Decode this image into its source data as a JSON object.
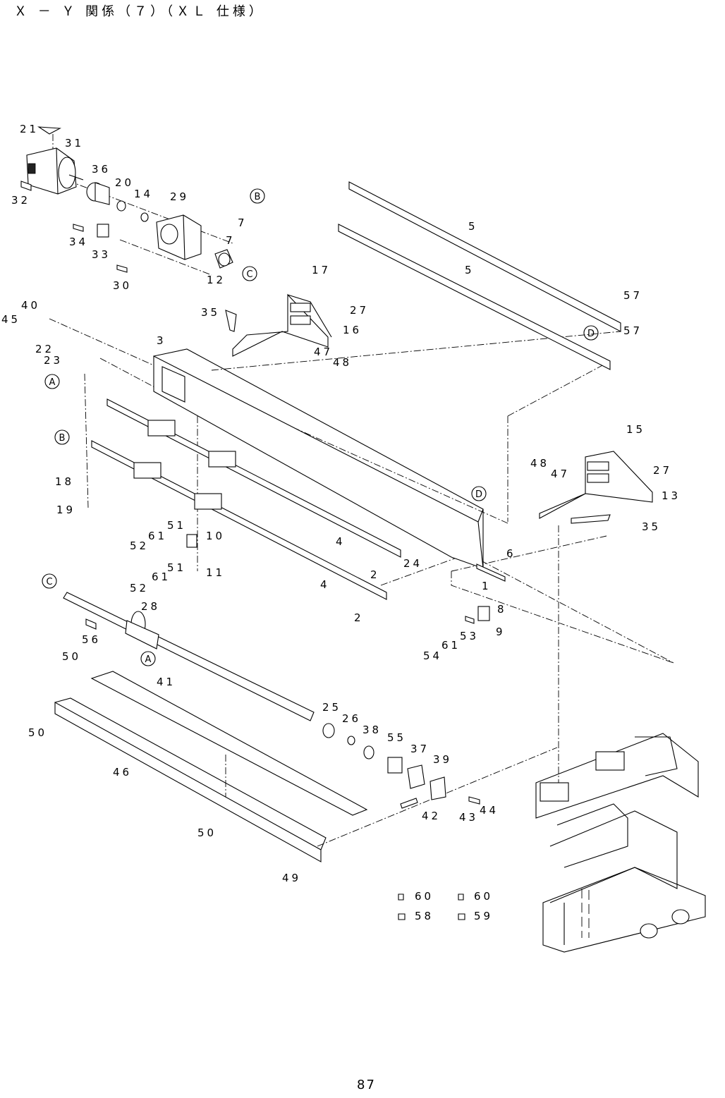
{
  "header": {
    "title": "Ｘ － Ｙ 関係（７）（ＸＬ 仕様）"
  },
  "footer": {
    "page_number": "87"
  },
  "ref_markers": {
    "a": "A",
    "b": "B",
    "c": "C",
    "d": "D"
  },
  "part_labels": {
    "p1": "1",
    "p2a": "2",
    "p2b": "2",
    "p3": "3",
    "p4a": "4",
    "p4b": "4",
    "p5a": "5",
    "p5b": "5",
    "p6": "6",
    "p7a": "7",
    "p7b": "7",
    "p8": "8",
    "p9": "9",
    "p10": "10",
    "p11": "11",
    "p12": "12",
    "p13": "13",
    "p14": "14",
    "p15": "15",
    "p16": "16",
    "p17": "17",
    "p18": "18",
    "p19": "19",
    "p20": "20",
    "p21": "21",
    "p22": "22",
    "p23": "23",
    "p24": "24",
    "p25": "25",
    "p26": "26",
    "p27a": "27",
    "p27b": "27",
    "p28": "28",
    "p29": "29",
    "p30": "30",
    "p31": "31",
    "p32": "32",
    "p33": "33",
    "p34": "34",
    "p35a": "35",
    "p35b": "35",
    "p36": "36",
    "p37": "37",
    "p38": "38",
    "p39": "39",
    "p40": "40",
    "p41": "41",
    "p42": "42",
    "p43": "43",
    "p44": "44",
    "p45": "45",
    "p46": "46",
    "p47a": "47",
    "p47b": "47",
    "p48a": "48",
    "p48b": "48",
    "p49": "49",
    "p50a": "50",
    "p50b": "50",
    "p50c": "50",
    "p51a": "51",
    "p51b": "51",
    "p52a": "52",
    "p52b": "52",
    "p53": "53",
    "p54": "54",
    "p55": "55",
    "p56": "56",
    "p57a": "57",
    "p57b": "57",
    "p58": "58",
    "p59": "59",
    "p60a": "60",
    "p60b": "60",
    "p61a": "61",
    "p61b": "61",
    "p61c": "61"
  }
}
